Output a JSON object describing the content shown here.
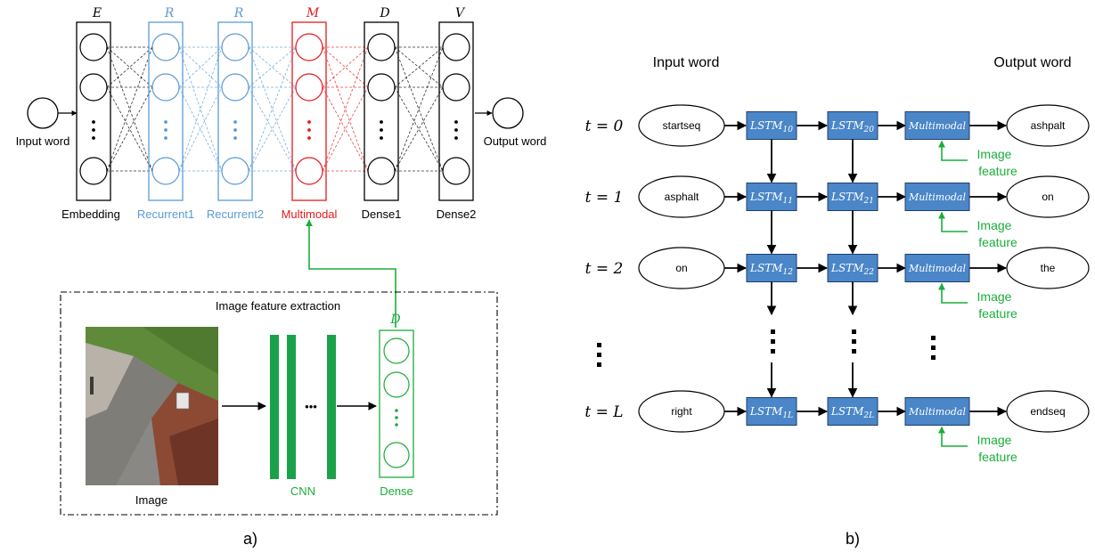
{
  "colors": {
    "black": "#000000",
    "blue": "#5b9bd5",
    "red": "#e41a1c",
    "green": "#1aad3a",
    "box_fill": "#4a86c8",
    "box_stroke": "#1f3f6a"
  },
  "panel_a": {
    "caption": "a)",
    "input_word": "Input word",
    "output_word": "Output word",
    "layers": [
      {
        "letter": "E",
        "label": "Embedding"
      },
      {
        "letter": "R",
        "label": "Recurrent1"
      },
      {
        "letter": "R",
        "label": "Recurrent2"
      },
      {
        "letter": "M",
        "label": "Multimodal"
      },
      {
        "letter": "D",
        "label": "Dense1"
      },
      {
        "letter": "V",
        "label": "Dense2"
      }
    ],
    "feature_box_title": "Image feature extraction",
    "image_label": "Image",
    "cnn_label": "CNN",
    "dense_letter": "D",
    "dense_label": "Dense",
    "cnn_dots": "•••"
  },
  "panel_b": {
    "caption": "b)",
    "input_header": "Input word",
    "output_header": "Output word",
    "rows": [
      {
        "t": "0",
        "input": "startseq",
        "l1": "10",
        "l2": "20",
        "output": "ashpalt"
      },
      {
        "t": "1",
        "input": "asphalt",
        "l1": "11",
        "l2": "21",
        "output": "on"
      },
      {
        "t": "2",
        "input": "on",
        "l1": "12",
        "l2": "22",
        "output": "the"
      },
      {
        "t": "L",
        "input": "right",
        "l1": "1L",
        "l2": "2L",
        "output": "endseq"
      }
    ],
    "lstm": "LSTM",
    "multimodal": "Multimodal",
    "image_feature_line1": "Image",
    "image_feature_line2": "feature",
    "t_prefix": "t = "
  }
}
